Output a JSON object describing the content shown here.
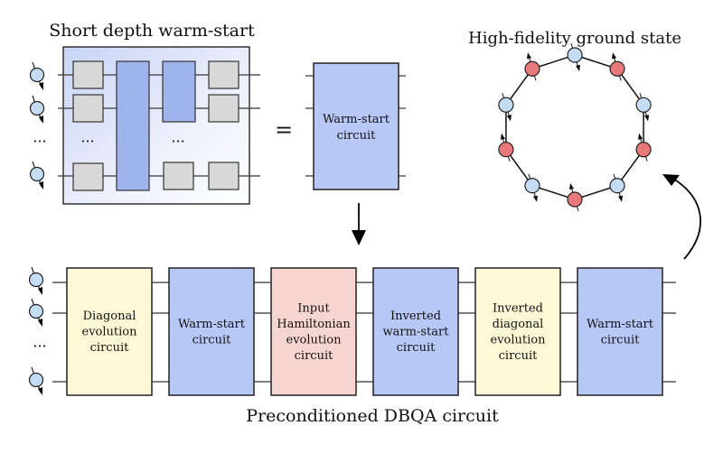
{
  "titles": {
    "warm_start": "Short depth warm-start",
    "ground_state": "High-fidelity ground state",
    "dbqa": "Preconditioned DBQA circuit"
  },
  "equals_sign": "=",
  "ellipsis": "···",
  "warm_start_block": {
    "lines": [
      "Warm-start",
      "circuit"
    ]
  },
  "dbqa_blocks": [
    {
      "kind": "diagonal",
      "lines": [
        "Diagonal",
        "evolution",
        "circuit"
      ]
    },
    {
      "kind": "warm",
      "lines": [
        "Warm-start",
        "circuit"
      ]
    },
    {
      "kind": "hamiltonian",
      "lines": [
        "Input",
        "Hamiltonian",
        "evolution",
        "circuit"
      ]
    },
    {
      "kind": "warm",
      "lines": [
        "Inverted",
        "warm-start",
        "circuit"
      ]
    },
    {
      "kind": "diagonal",
      "lines": [
        "Inverted",
        "diagonal",
        "evolution",
        "circuit"
      ]
    },
    {
      "kind": "warm",
      "lines": [
        "Warm-start",
        "circuit"
      ]
    }
  ],
  "colors": {
    "warm": "#b7c8f7",
    "diagonal": "#fdf8d6",
    "hamiltonian": "#f7d5d0",
    "gate_gray": "#d8d8d8",
    "two_qubit": "#9fb3ec",
    "spin_up": "#e8797a",
    "spin_down": "#c4ddf5",
    "qubit": "#c4ddf5"
  },
  "ring_spins": [
    "down",
    "up",
    "down",
    "up",
    "down",
    "up",
    "down",
    "up",
    "down",
    "up"
  ]
}
